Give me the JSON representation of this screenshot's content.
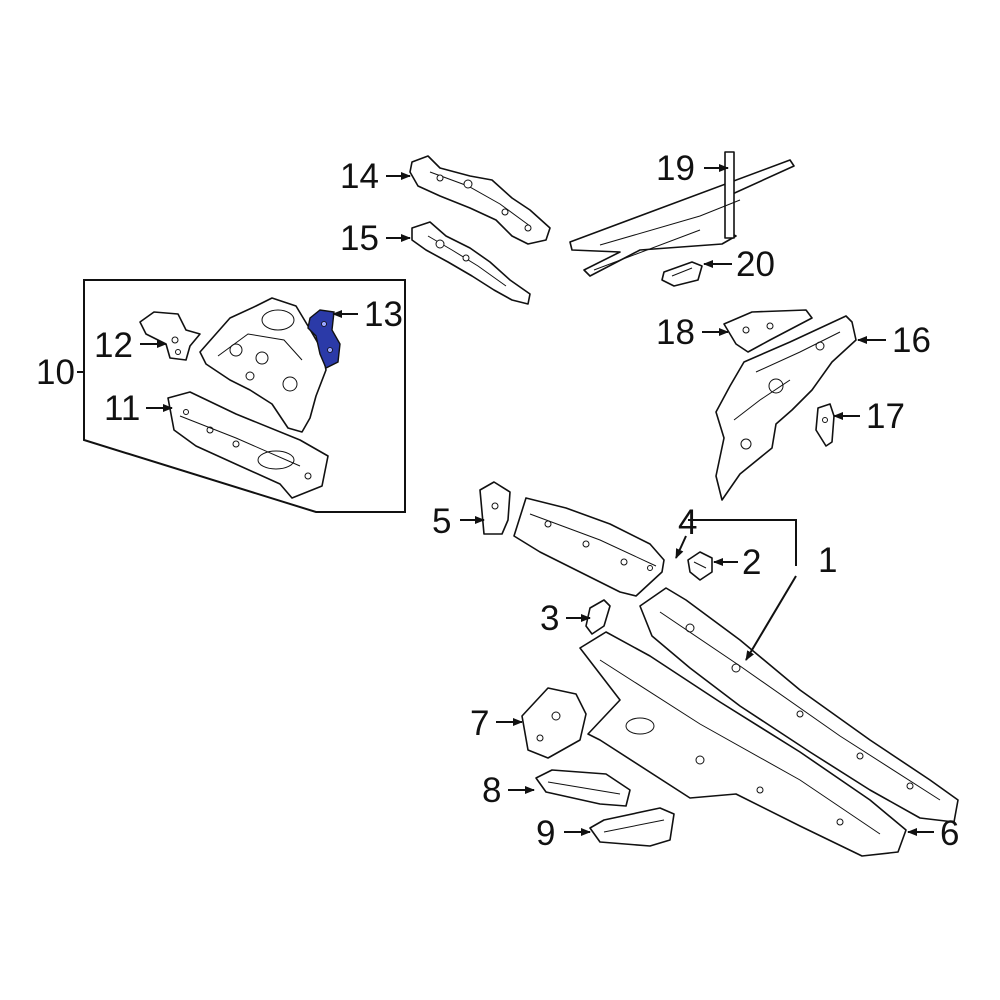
{
  "diagram": {
    "highlight_color": "#2b3aa8",
    "highlighted_part": "13",
    "callouts": {
      "c1": "1",
      "c2": "2",
      "c3": "3",
      "c4": "4",
      "c5": "5",
      "c6": "6",
      "c7": "7",
      "c8": "8",
      "c9": "9",
      "c10": "10",
      "c11": "11",
      "c12": "12",
      "c13": "13",
      "c14": "14",
      "c15": "15",
      "c16": "16",
      "c17": "17",
      "c18": "18",
      "c19": "19",
      "c20": "20"
    }
  }
}
